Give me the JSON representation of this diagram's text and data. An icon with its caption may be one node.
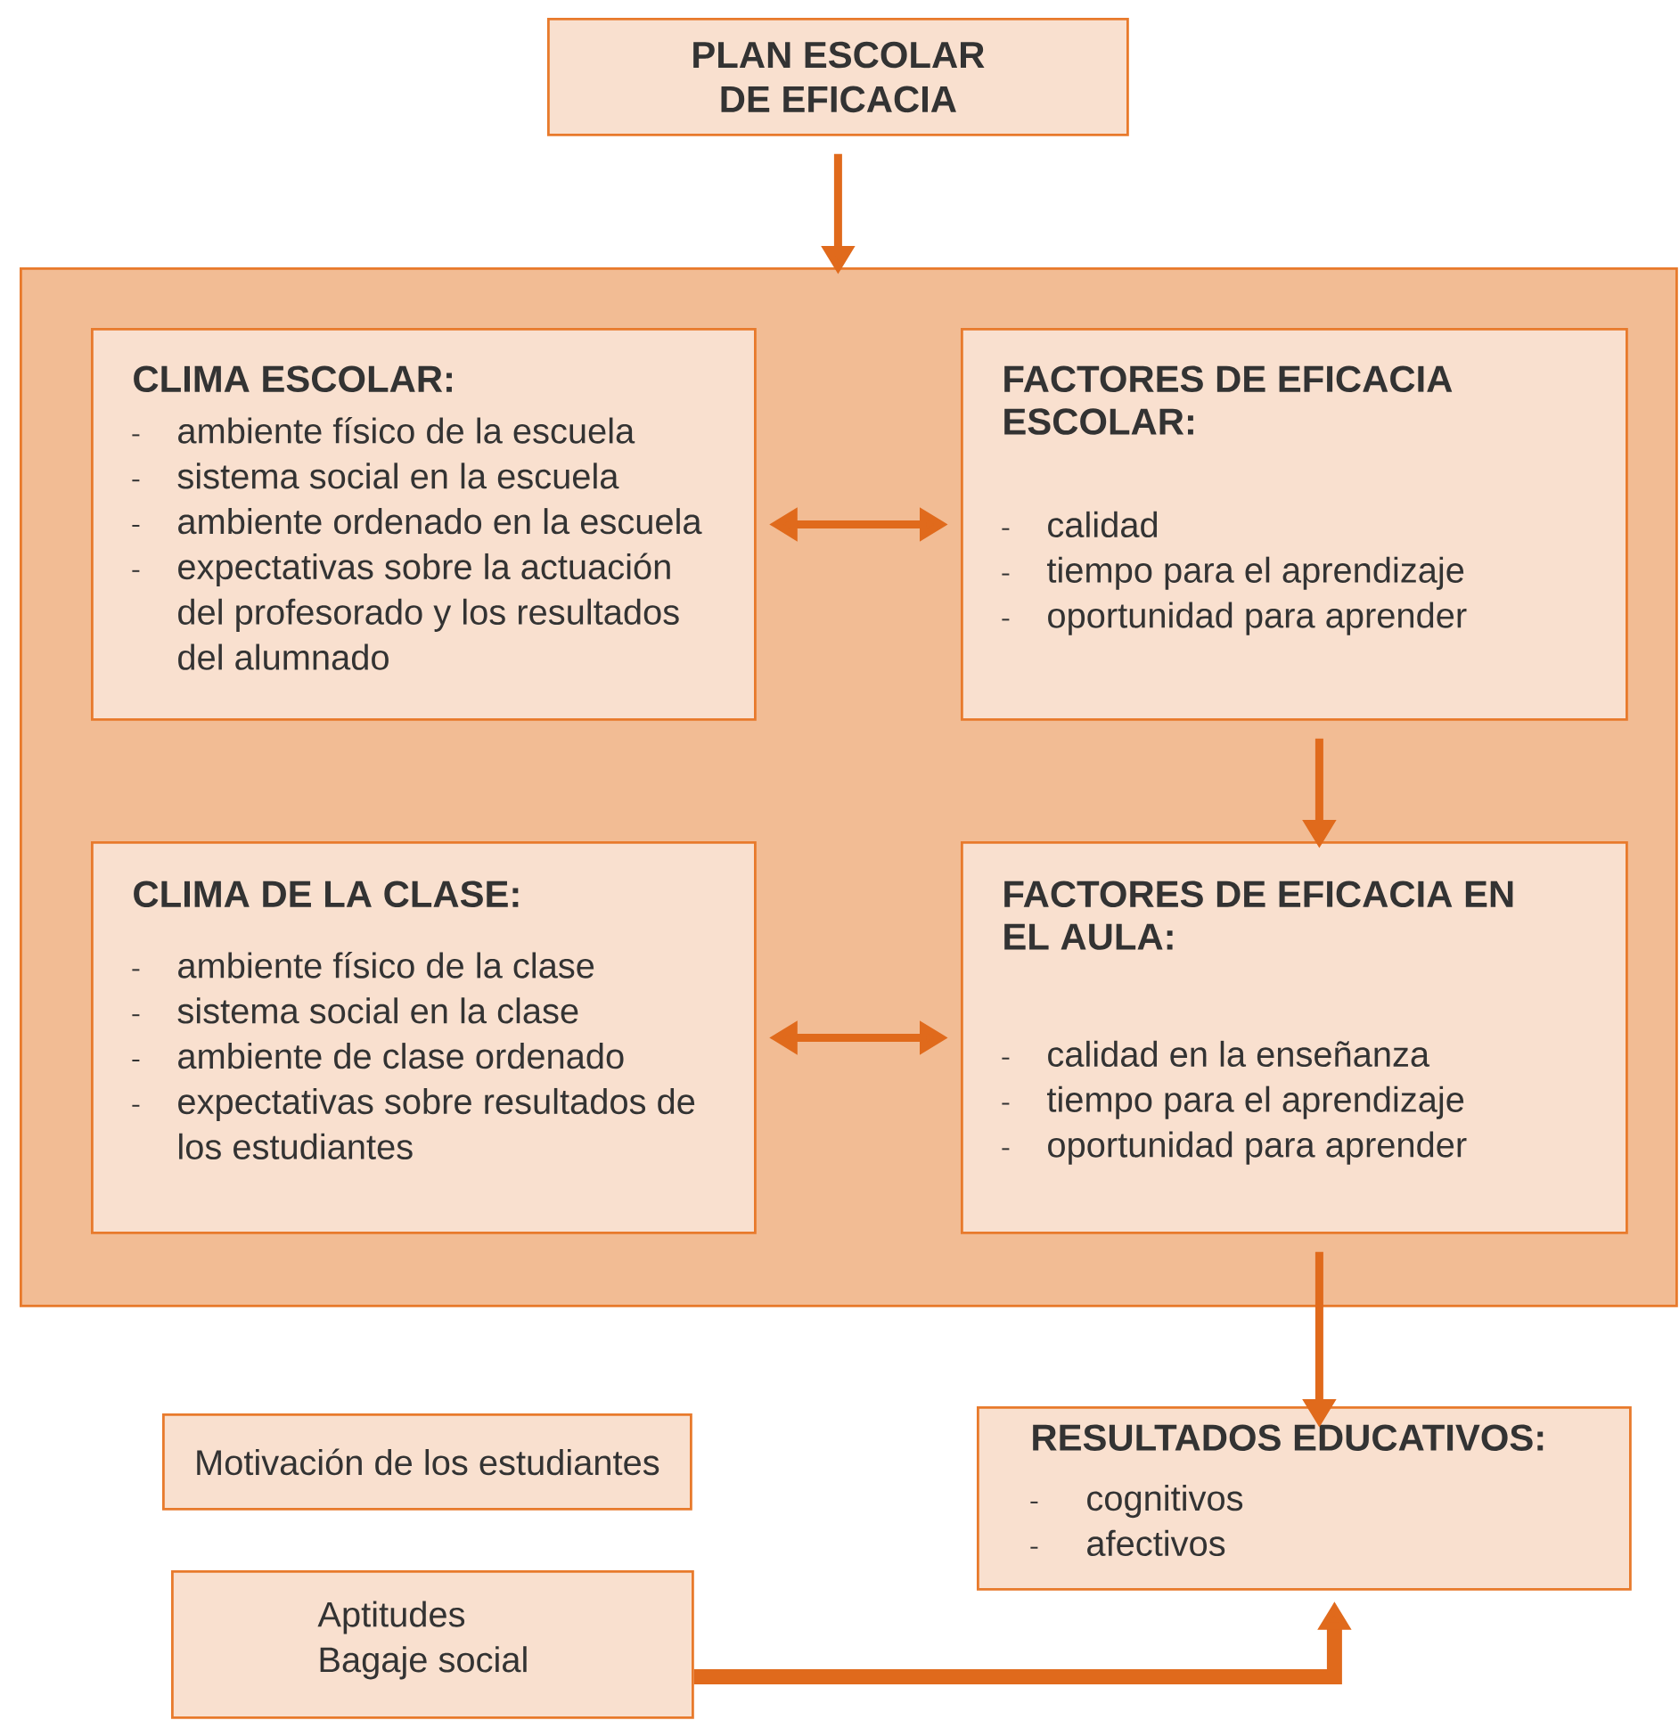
{
  "diagram": {
    "nodes": [
      {
        "text": [
          "PLAN ESCOLAR DE EFICACIA"
        ]
      },
      {
        "text": [],
        "shape": "box"
      },
      {
        "text": [
          "CLIMA ESCOLAR:",
          "ambiente físico de la escuela",
          "sistema social en la escuela",
          "ambiente ordenado en la escuela",
          "expectativas sobre la actuación del profesorado y los resultados del alumnado"
        ],
        "in": 1
      },
      {
        "text": [
          "FACTORES DE EFICACIA ESCOLAR:",
          "calidad",
          "tiempo para el aprendizaje",
          "oportunidad para aprender"
        ],
        "in": 1
      },
      {
        "text": [
          "CLIMA DE LA CLASE:",
          "ambiente físico de la clase",
          "sistema social en la clase",
          "ambiente de clase ordenado",
          "expectativas sobre resultados de los estudiantes"
        ],
        "in": 1
      },
      {
        "text": [
          "FACTORES DE EFICACIA EN EL AULA:",
          "calidad en la enseñanza",
          "tiempo para el aprendizaje",
          "oportunidad para aprender"
        ],
        "in": 1
      },
      {
        "text": [
          "Motivación de los estudiantes"
        ]
      },
      {
        "text": [
          "RESULTADOS EDUCATIVOS:",
          "cognitivos",
          "afectivos"
        ]
      },
      {
        "text": [
          "Aptitudes",
          "Bagaje social"
        ]
      }
    ],
    "edges": [
      {
        "from": 0,
        "to": 1,
        "arrow": "to"
      },
      {
        "from": 2,
        "to": 3,
        "arrow": "both"
      },
      {
        "from": 3,
        "to": 5,
        "arrow": "to"
      },
      {
        "from": 4,
        "to": 5,
        "arrow": "both"
      },
      {
        "from": 5,
        "to": 7,
        "arrow": "to"
      },
      {
        "from": 8,
        "to": 7,
        "arrow": "to",
        "style": "thick"
      }
    ]
  }
}
